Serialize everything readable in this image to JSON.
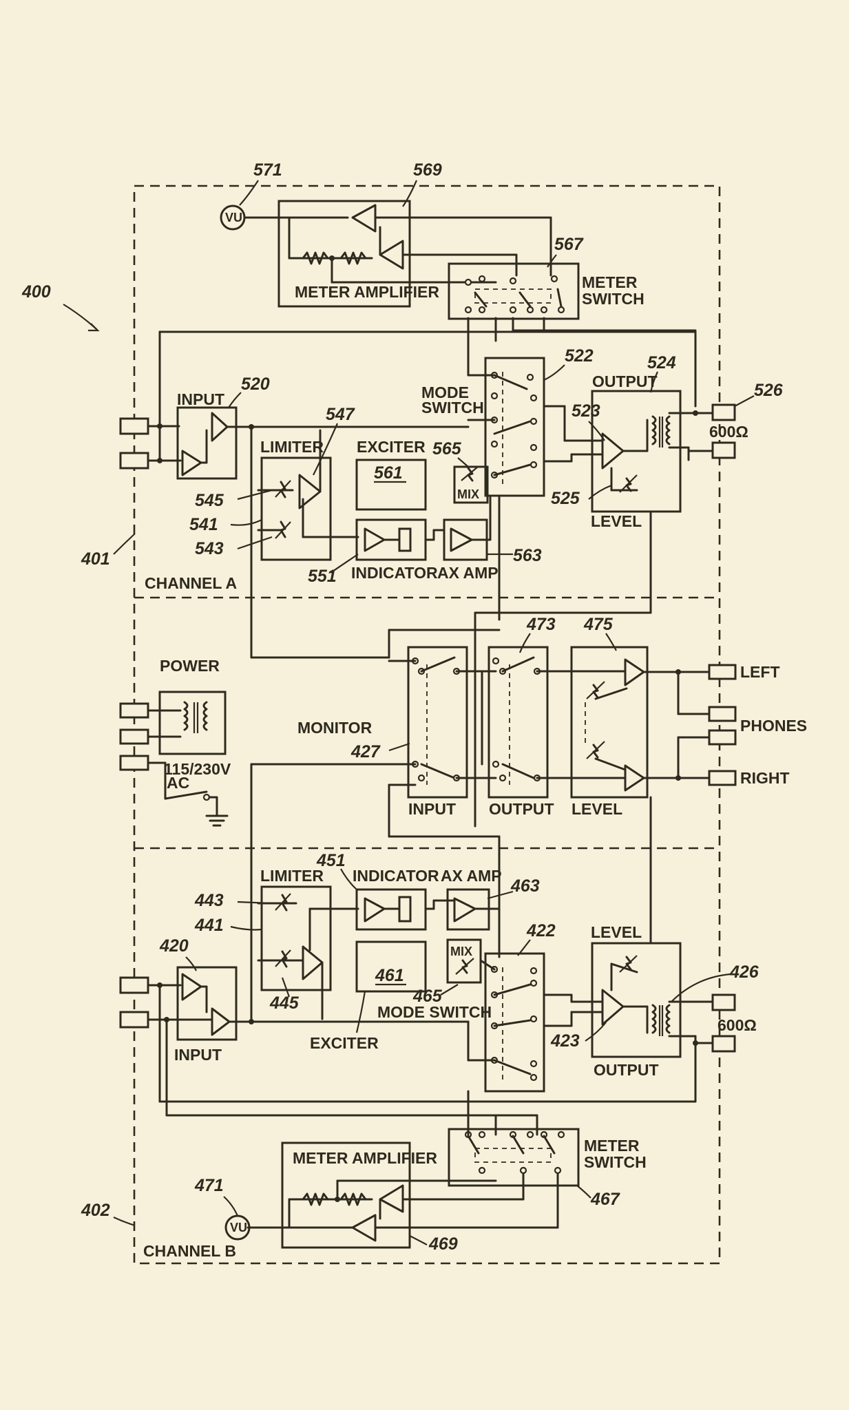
{
  "figure": {
    "ref_main": "400",
    "ref_channel_a": "401",
    "ref_channel_b": "402"
  },
  "labels": {
    "channel_a": "CHANNEL A",
    "channel_b": "CHANNEL B",
    "power": "POWER",
    "ac": "115/230V\nAC",
    "ac_line1": "115/230V",
    "ac_line2": "AC",
    "monitor": "MONITOR",
    "input": "INPUT",
    "output": "OUTPUT",
    "level": "LEVEL",
    "limiter": "LIMITER",
    "exciter": "EXCITER",
    "indicator": "INDICATOR",
    "ax_amp": "AX AMP",
    "mix": "MIX",
    "mode_switch_a_1": "MODE",
    "mode_switch_a_2": "SWITCH",
    "mode_switch_b": "MODE SWITCH",
    "meter_amplifier": "METER AMPLIFIER",
    "meter_1": "METER",
    "meter_2": "SWITCH",
    "vu": "VU",
    "impedance": "600Ω",
    "left": "LEFT",
    "phones": "PHONES",
    "right": "RIGHT"
  },
  "refs_a": {
    "vu": "571",
    "meter_amp": "569",
    "meter_switch": "567",
    "input_amp": "520",
    "mode_switch": "522",
    "output": "524",
    "jack": "526",
    "out_amp": "523",
    "limiter_control": "547",
    "mix_control": "565",
    "exciter": "561",
    "limiter_top": "545",
    "limiter": "541",
    "limiter_bot": "543",
    "indicator": "551",
    "ax_amp": "563",
    "level": "525"
  },
  "refs_monitor": {
    "input_sw": "427",
    "output_sw": "473",
    "level": "475"
  },
  "refs_b": {
    "indicator": "451",
    "ax_amp": "463",
    "limiter_top": "443",
    "limiter": "441",
    "input_amp": "420",
    "mode_switch": "422",
    "output": "426",
    "limiter_bot": "445",
    "exciter": "461",
    "mix_control": "465",
    "out_amp": "423",
    "vu": "471",
    "meter_switch": "467",
    "meter_amp": "469"
  }
}
